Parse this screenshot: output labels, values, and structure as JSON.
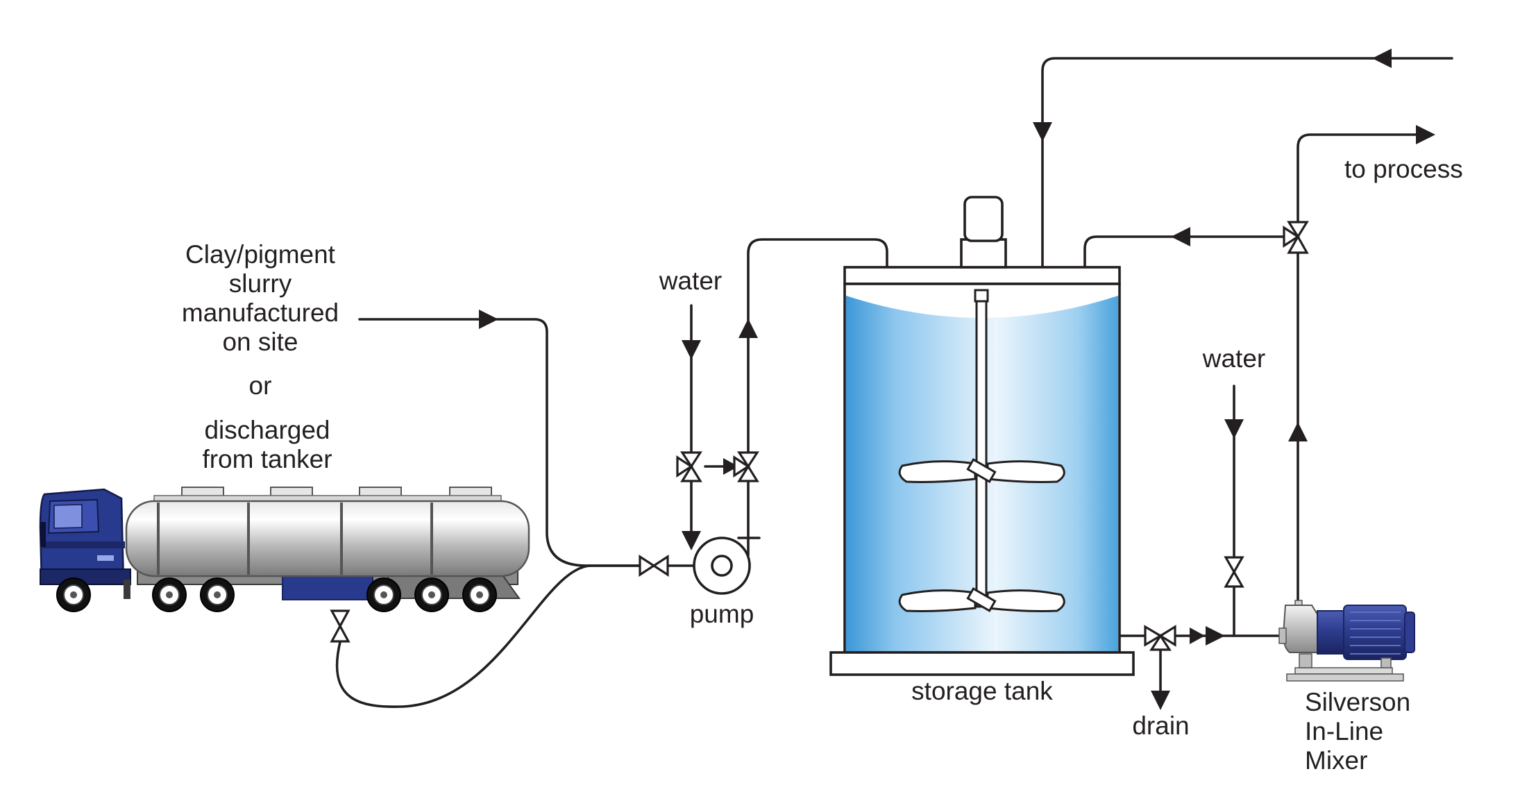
{
  "labels": {
    "slurry_source": [
      "Clay/pigment",
      "slurry",
      "manufactured",
      "on site"
    ],
    "or": "or",
    "tanker_source": [
      "discharged",
      "from tanker"
    ],
    "water_left": "water",
    "water_right": "water",
    "pump": "pump",
    "storage_tank": "storage tank",
    "drain": "drain",
    "to_process": "to process",
    "mixer": [
      "Silverson",
      "In-Line",
      "Mixer"
    ]
  },
  "colors": {
    "line": "#231f20",
    "tank_liquid_light": "#dceefa",
    "tank_liquid_dark": "#4aa3dd",
    "truck_cab": "#283a8e",
    "tanker_body": "#c9c9c9",
    "mixer_motor": "#2e3d8f"
  },
  "icons": [
    "tanker-truck-icon",
    "pump-icon",
    "valve-icon",
    "motor-icon",
    "agitator-icon",
    "inline-mixer-icon"
  ]
}
